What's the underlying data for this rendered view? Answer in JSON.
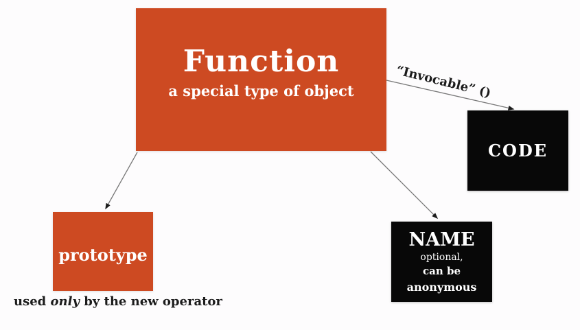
{
  "diagram": {
    "function_box": {
      "title": "Function",
      "subtitle": "a special type of object"
    },
    "code_box": {
      "label": "CODE"
    },
    "prototype_box": {
      "label": "prototype"
    },
    "name_box": {
      "title": "NAME",
      "line_optional": "optional,",
      "line_can_be": "can be",
      "line_anonymous": "anonymous"
    },
    "arrow_label_invocable": "“Invocable” ()",
    "caption": {
      "prefix": "used ",
      "italic_word": "only",
      "suffix": " by the new operator"
    },
    "colors": {
      "accent_orange": "#cd4a22",
      "box_black": "#080808",
      "arrow": "#777777",
      "arrowhead": "#1c1c1c",
      "text_dark": "#1c1c1c",
      "background": "#fdfcfd"
    }
  }
}
